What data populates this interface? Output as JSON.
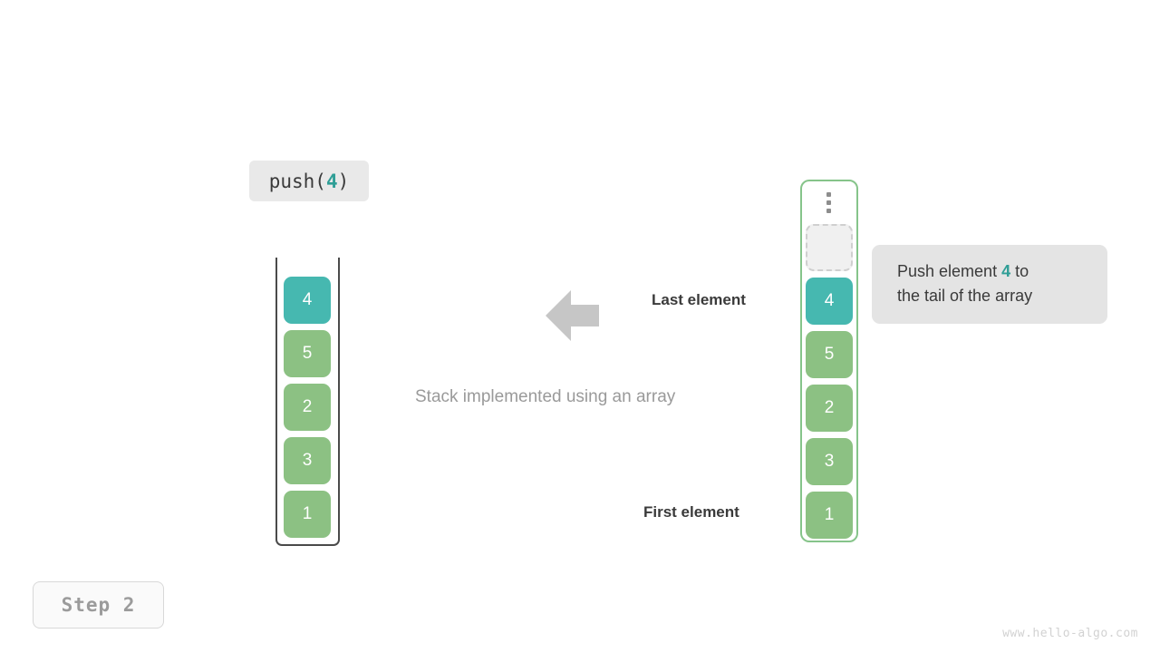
{
  "operation": {
    "prefix": "push(",
    "argument": "4",
    "suffix": ")"
  },
  "stack": {
    "caption": "Stack implemented using an array",
    "items": [
      {
        "value": "4",
        "state": "new"
      },
      {
        "value": "5",
        "state": "normal"
      },
      {
        "value": "2",
        "state": "normal"
      },
      {
        "value": "3",
        "state": "normal"
      },
      {
        "value": "1",
        "state": "normal"
      }
    ]
  },
  "array": {
    "ellipsis": "vertical-ellipsis",
    "empty_slot_label": "",
    "items": [
      {
        "value": "4",
        "state": "new"
      },
      {
        "value": "5",
        "state": "normal"
      },
      {
        "value": "2",
        "state": "normal"
      },
      {
        "value": "3",
        "state": "normal"
      },
      {
        "value": "1",
        "state": "normal"
      }
    ]
  },
  "annotations": {
    "last_element": "Last element",
    "first_element": "First element",
    "arrow": "arrow-left-icon"
  },
  "note": {
    "line1_before": "Push element ",
    "line1_highlight": "4",
    "line1_after": " to",
    "line2": "the tail of the array"
  },
  "step": {
    "label": "Step 2"
  },
  "watermark": {
    "text": "www.hello-algo.com"
  },
  "colors": {
    "new_element": "#46b8b0",
    "normal_element": "#8cc183",
    "array_border": "#86c48a",
    "highlight_text": "#2f9e96",
    "arrow": "#c6c6c6"
  }
}
